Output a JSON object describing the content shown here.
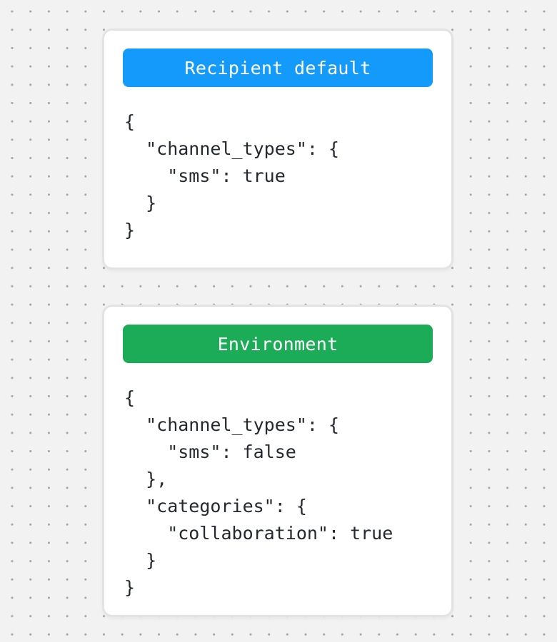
{
  "canvas": {
    "background": "#f2f2f2",
    "dot_color": "#a6a6a6"
  },
  "cards": [
    {
      "name": "recipient-default",
      "header": {
        "label": "Recipient default",
        "color": "#149afa"
      },
      "code": "{\n  \"channel_types\": {\n    \"sms\": true\n  }\n}"
    },
    {
      "name": "environment",
      "header": {
        "label": "Environment",
        "color": "#1cab56"
      },
      "code": "{\n  \"channel_types\": {\n    \"sms\": false\n  },\n  \"categories\": {\n    \"collaboration\": true\n  }\n}"
    }
  ]
}
